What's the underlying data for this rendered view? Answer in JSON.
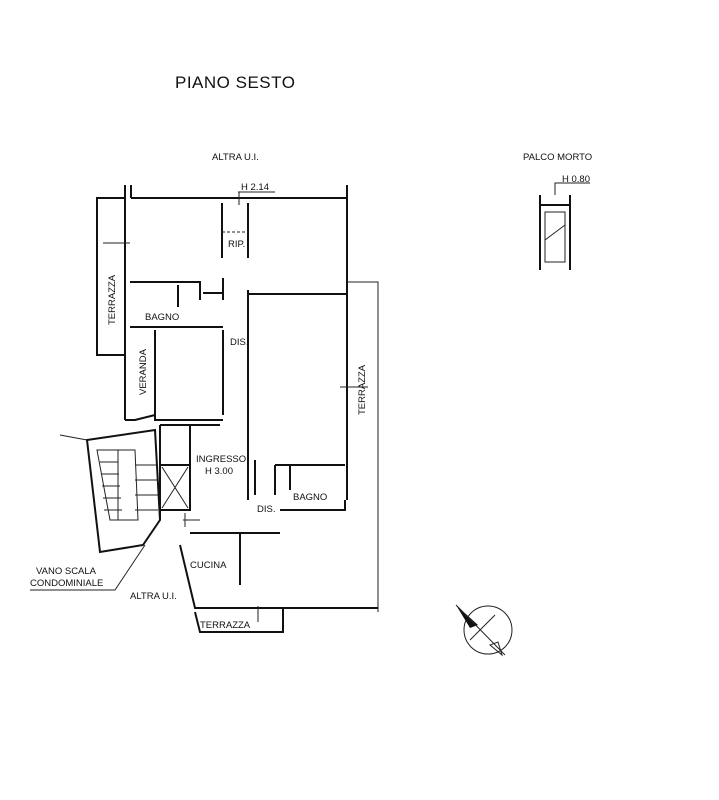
{
  "title": "PIANO SESTO",
  "labels": {
    "altra_ui_top": "ALTRA U.I.",
    "h_214": "H 2.14",
    "rip": "RIP.",
    "terrazza_left": "TERRAZZA",
    "bagno_1": "BAGNO",
    "dis_1": "DIS.",
    "veranda": "VERANDA",
    "terrazza_right": "TERRAZZA",
    "ingresso": "INGRESSO",
    "h_300": "H 3.00",
    "bagno_2": "BAGNO",
    "dis_2": "DIS.",
    "cucina": "CUCINA",
    "vano_scala_1": "VANO SCALA",
    "vano_scala_2": "CONDOMINIALE",
    "altra_ui_bottom": "ALTRA U.I.",
    "terrazza_bottom": "TERRAZZA"
  },
  "palco_morto": {
    "title": "PALCO MORTO",
    "height": "H 0.80"
  },
  "icons": {
    "north_arrow": "north-arrow-icon"
  }
}
